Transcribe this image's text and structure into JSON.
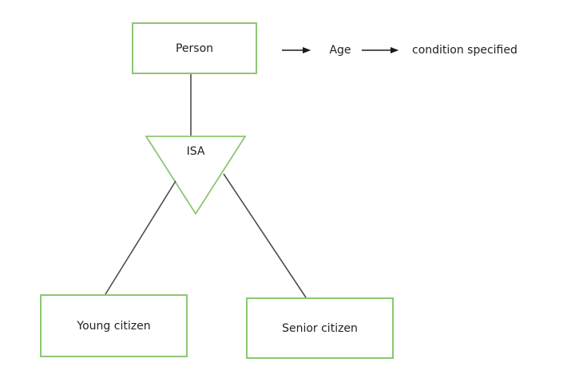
{
  "colors": {
    "entity-border": "#8cc674",
    "connector": "#4d4d4d",
    "arrow": "#1a1a1a",
    "text": "#212121",
    "background": "#ffffff"
  },
  "diagram": {
    "entities": {
      "person": {
        "label": "Person"
      },
      "young": {
        "label": "Young citizen"
      },
      "senior": {
        "label": "Senior citizen"
      }
    },
    "relationship": {
      "isa": {
        "label": "ISA"
      }
    },
    "annotation": {
      "attribute_label": "Age",
      "condition_label": "condition specified"
    }
  }
}
